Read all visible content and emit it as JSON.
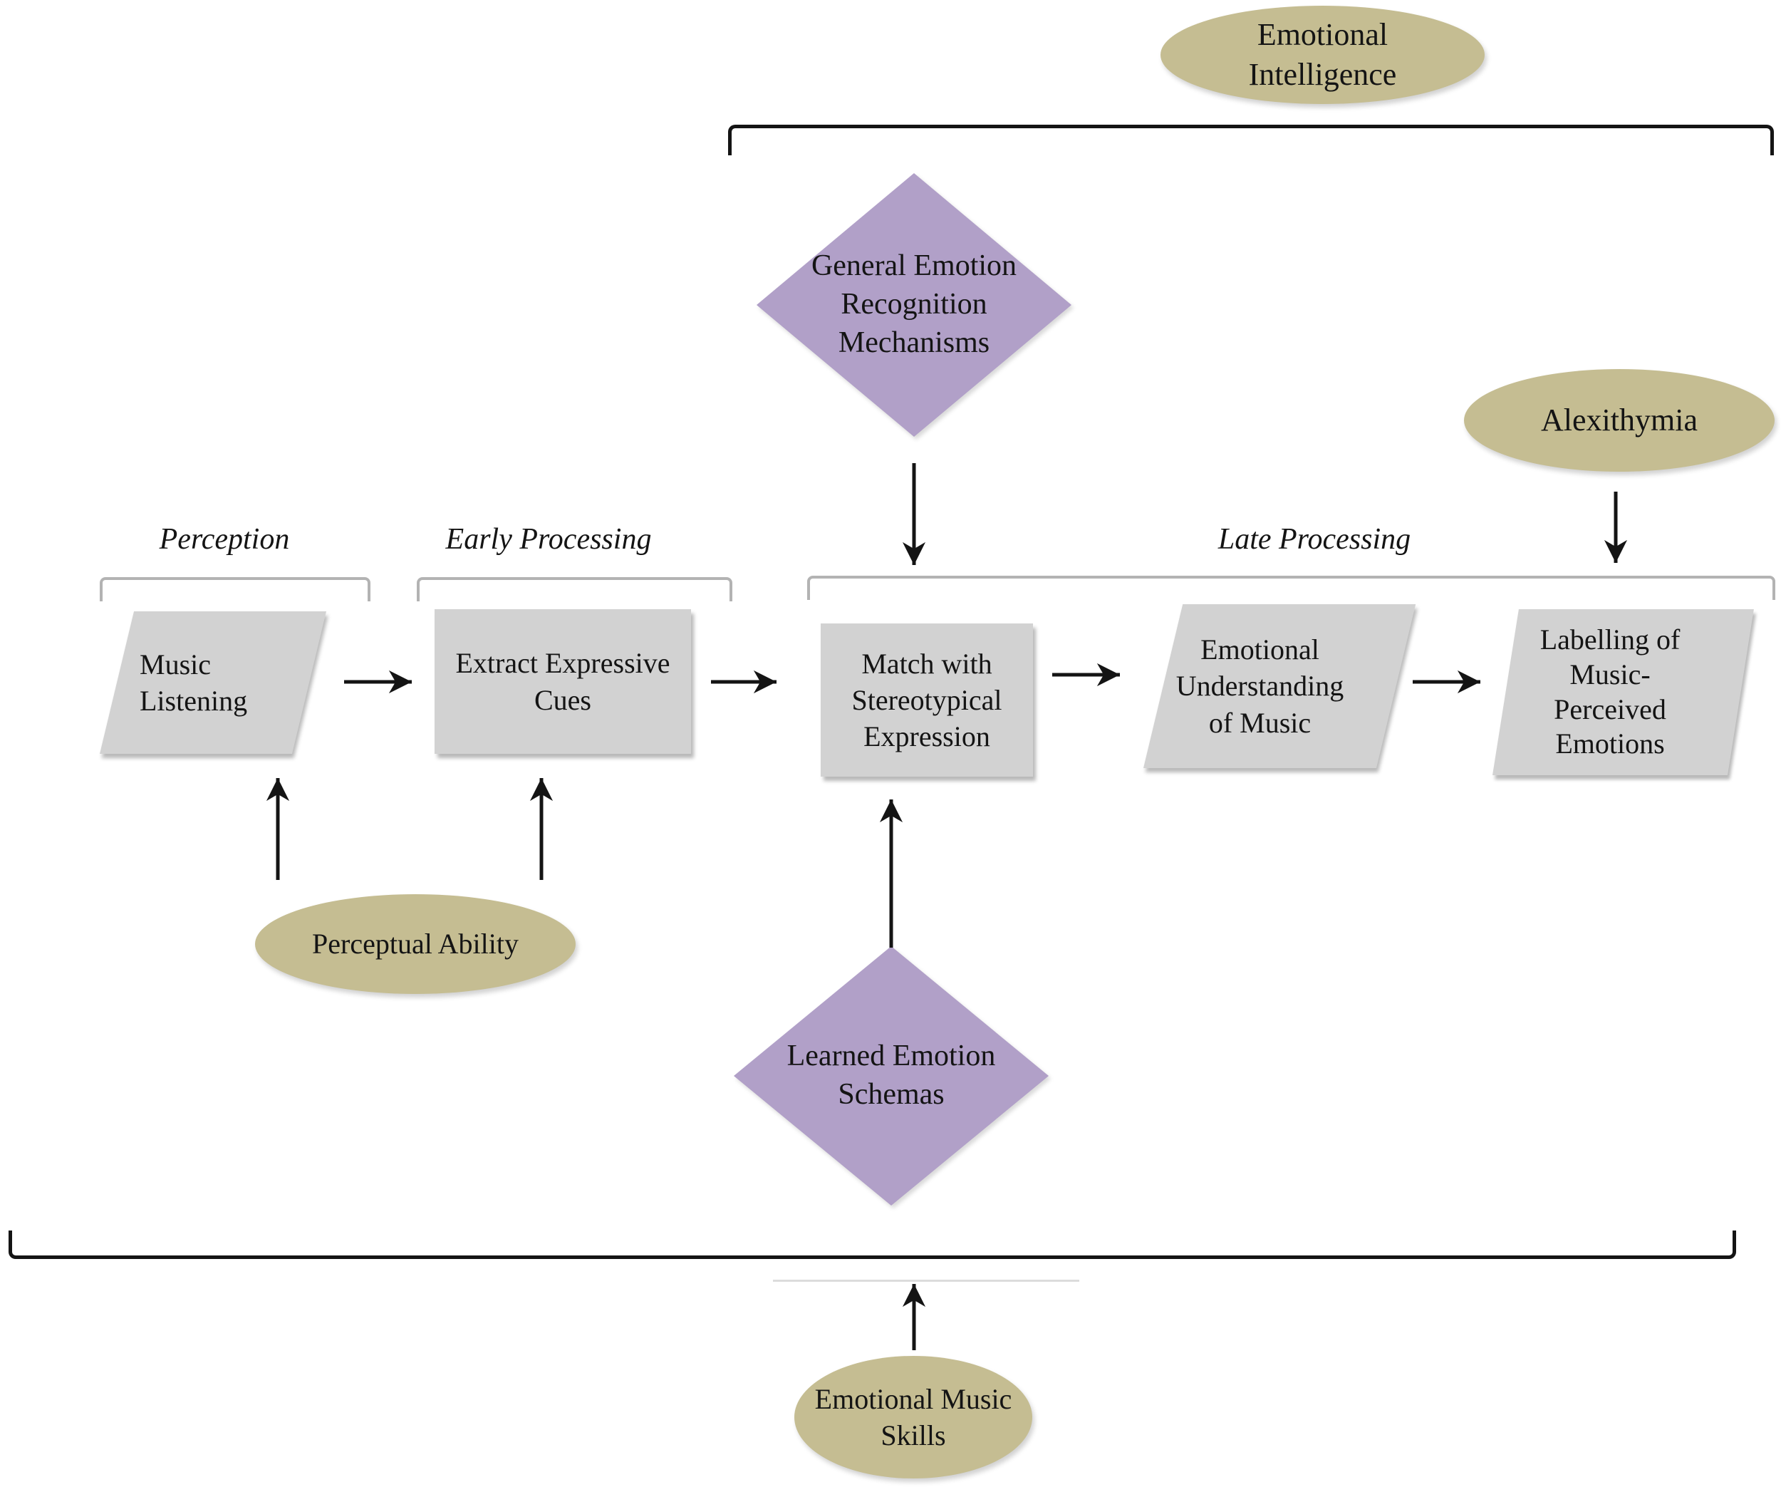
{
  "colors": {
    "canvas_bg": "#ffffff",
    "oval_fill": "#c5bd92",
    "diamond_fill": "#b1a0c8",
    "process_fill": "#d2d2d2",
    "bracket_gray": "#b3b3b3",
    "ink": "#141414",
    "faint_line": "#dcdcdc"
  },
  "moderators": {
    "emotional_intelligence": "Emotional\nIntelligence",
    "alexithymia": "Alexithymia",
    "perceptual_ability": "Perceptual Ability",
    "emotional_music_skills": "Emotional Music\nSkills"
  },
  "mechanisms": {
    "general_emotion_recognition": "General Emotion\nRecognition\nMechanisms",
    "learned_emotion_schemas": "Learned Emotion\nSchemas"
  },
  "stages": {
    "perception": "Perception",
    "early_processing": "Early Processing",
    "late_processing": "Late Processing"
  },
  "process_steps": {
    "music_listening": "Music\nListening",
    "extract_expressive_cues": "Extract Expressive\nCues",
    "match_stereotypical_expression": "Match with\nStereotypical\nExpression",
    "emotional_understanding": "Emotional\nUnderstanding\nof Music",
    "labelling_emotions": "Labelling of\nMusic-\nPerceived\nEmotions"
  }
}
